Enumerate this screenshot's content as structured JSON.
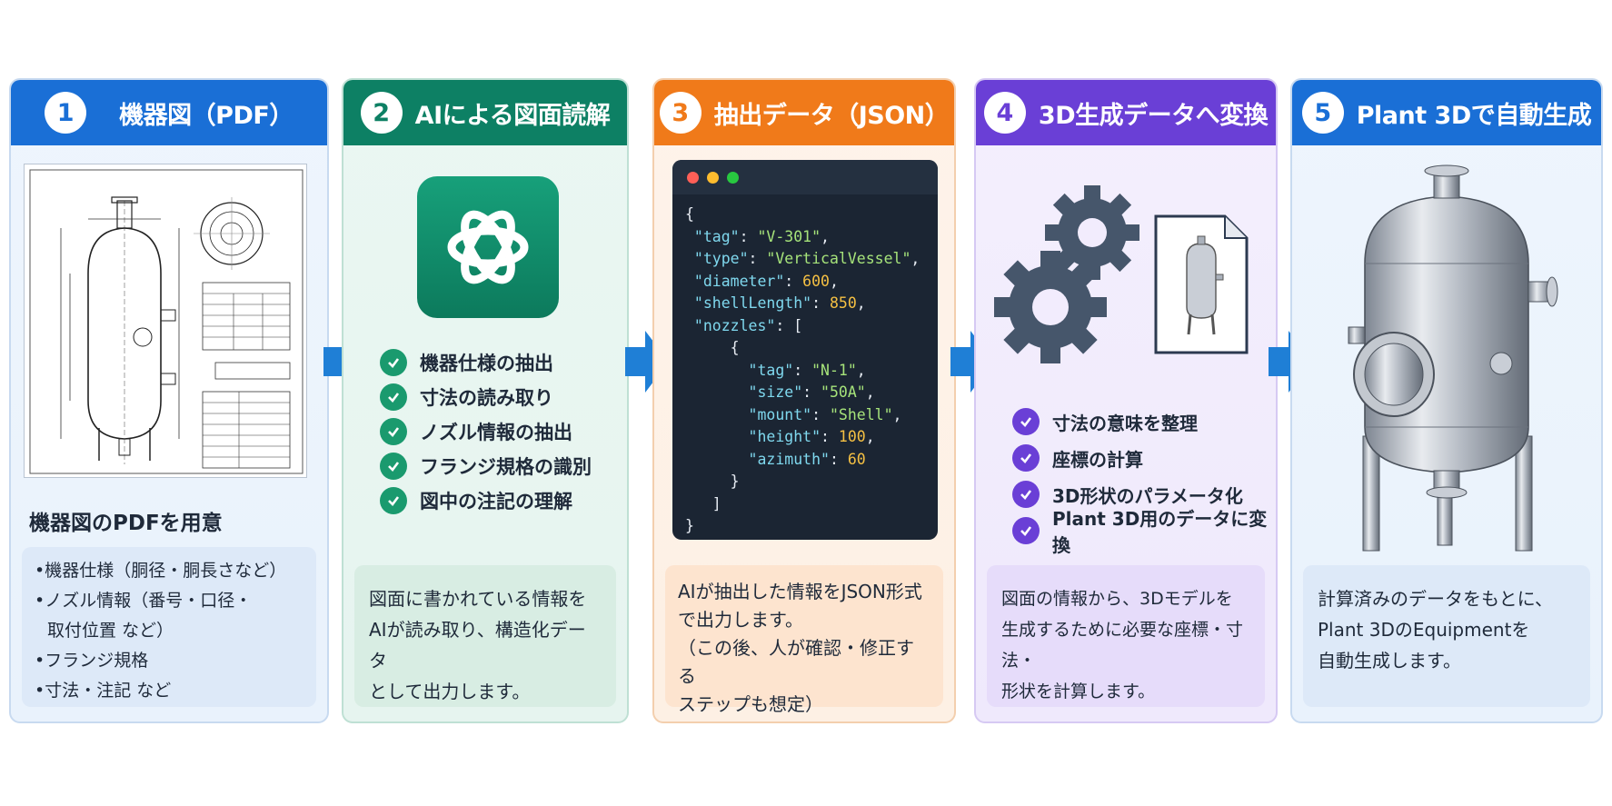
{
  "colors": {
    "step1": "#1a6fd6",
    "step2": "#0d8064",
    "step3": "#f07a1a",
    "step4": "#6a3fd6",
    "step5": "#1a6fd6",
    "arrow": "#1f7fd6"
  },
  "steps": [
    {
      "number": "1",
      "title": "機器図（PDF）",
      "subtitle": "機器図のPDFを用意",
      "bullets": [
        "機器仕様（胴径・胴長さなど）",
        "ノズル情報（番号・口径・",
        "取付位置 など）",
        "フランジ規格",
        "寸法・注記 など"
      ]
    },
    {
      "number": "2",
      "title": "AIによる図面読解",
      "checks": [
        "機器仕様の抽出",
        "寸法の読み取り",
        "ノズル情報の抽出",
        "フランジ規格の識別",
        "図中の注記の理解"
      ],
      "note": [
        "図面に書かれている情報を",
        "AIが読み取り、構造化データ",
        "として出力します。"
      ]
    },
    {
      "number": "3",
      "title": "抽出データ（JSON）",
      "json": {
        "tag": "V-301",
        "type": "VerticalVessel",
        "diameter": "600",
        "shellLength": "850",
        "nozzle_tag": "N-1",
        "nozzle_size": "50A",
        "nozzle_mount": "Shell",
        "nozzle_height": "100",
        "nozzle_azimuth": "60"
      },
      "note": [
        "AIが抽出した情報をJSON形式",
        "で出力します。",
        "（この後、人が確認・修正する",
        "ステップも想定）"
      ]
    },
    {
      "number": "4",
      "title": "3D生成データへ変換",
      "checks": [
        "寸法の意味を整理",
        "座標の計算",
        "3D形状のパラメータ化",
        "Plant 3D用のデータに変換"
      ],
      "note": [
        "図面の情報から、3Dモデルを",
        "生成するために必要な座標・寸法・",
        "形状を計算します。"
      ]
    },
    {
      "number": "5",
      "title": "Plant 3Dで自動生成",
      "note": [
        "計算済みのデータをもとに、",
        "Plant 3DのEquipmentを",
        "自動生成します。"
      ]
    }
  ]
}
